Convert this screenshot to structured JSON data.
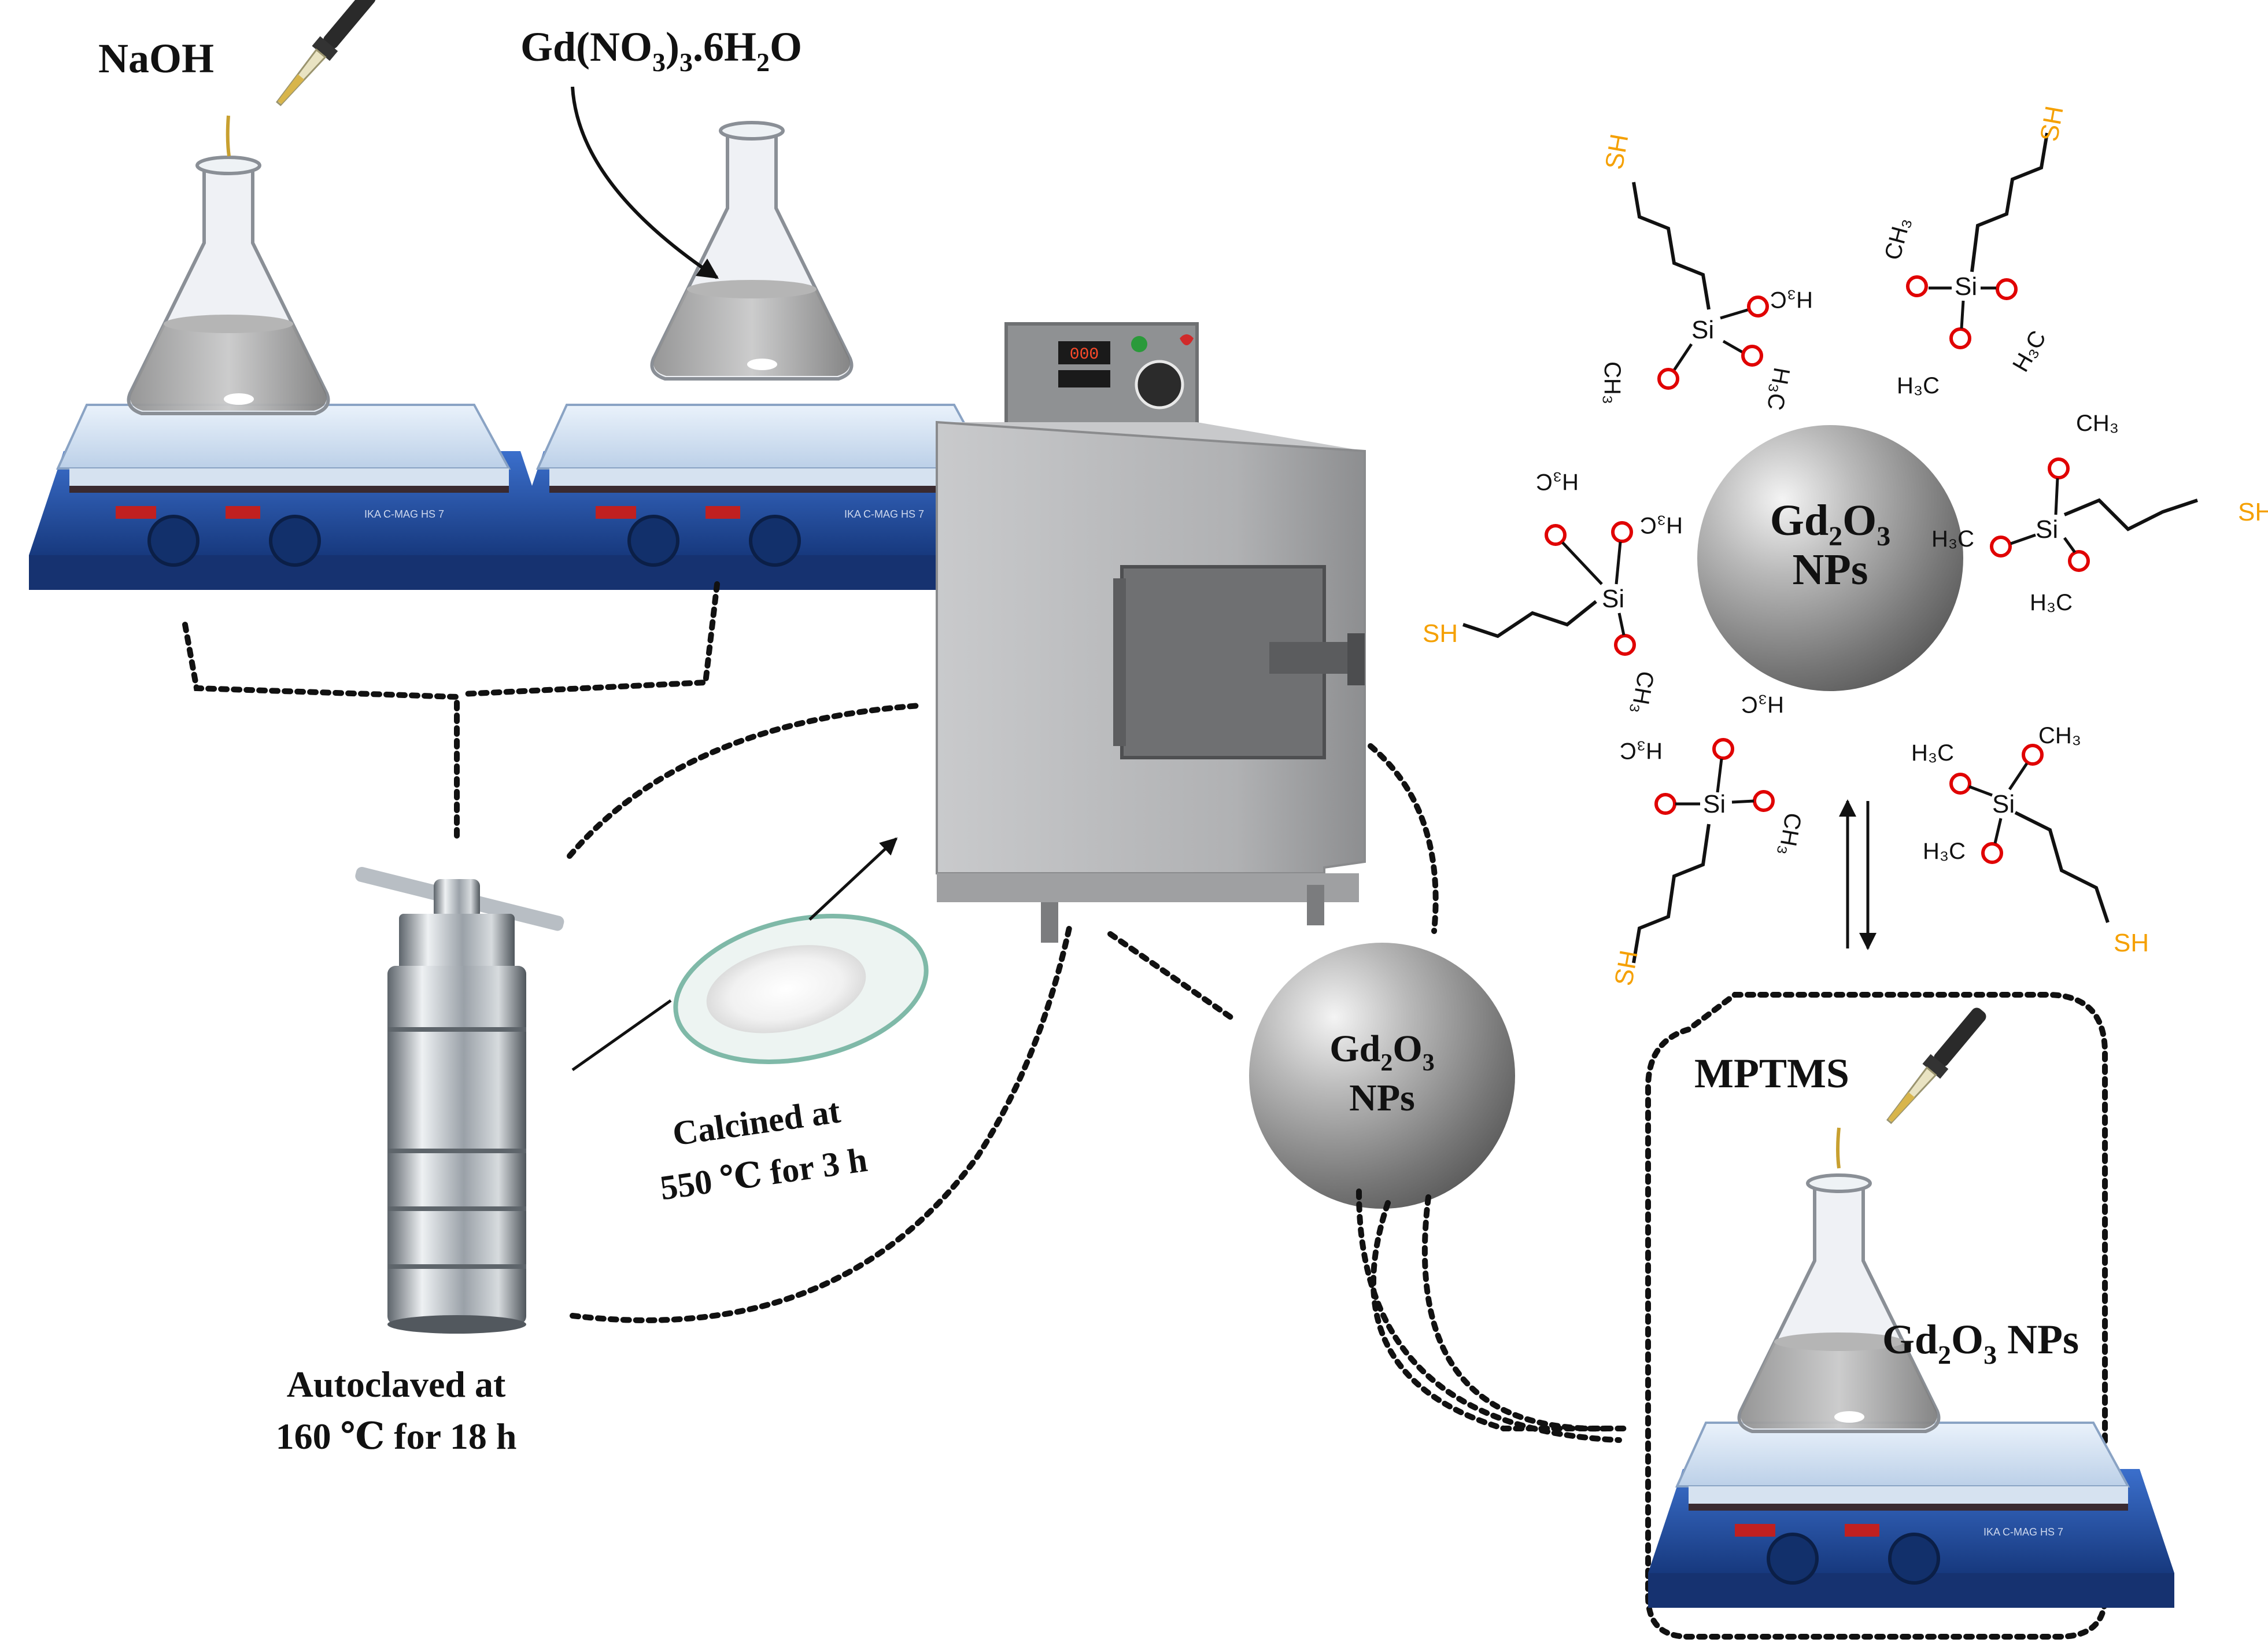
{
  "labels": {
    "naoh": "NaOH",
    "gd_nitrate_main": "Gd(NO",
    "gd_nitrate_sub1": "3",
    "gd_nitrate_mid": ")",
    "gd_nitrate_sub2": "3",
    "gd_nitrate_mid2": ".6H",
    "gd_nitrate_sub3": "2",
    "gd_nitrate_end": "O",
    "autoclave_line1": "Autoclaved at",
    "autoclave_line2": "160 ℃ for 18 h",
    "calcine_line1": "Calcined at",
    "calcine_line2": "550 ℃ for 3 h",
    "mptms": "MPTMS",
    "flask_gd_main": "Gd",
    "flask_gd_sub1": "2",
    "flask_gd_mid": "O",
    "flask_gd_sub2": "3",
    "flask_gd_end": " NPs"
  },
  "spheres": {
    "top": {
      "gd": "Gd",
      "s1": "2",
      "o": "O",
      "s2": "3",
      "np": "NPs"
    },
    "bottom": {
      "gd": "Gd",
      "s1": "2",
      "o": "O",
      "s2": "3",
      "np": "NPs"
    }
  },
  "chem": {
    "sh": "SH",
    "si": "Si",
    "o": "O",
    "ch3": "CH",
    "h3c_h": "H",
    "h3c_c": "C",
    "sub3": "3",
    "ch3_rot": "CH₃",
    "h3c_rot": "H₃C"
  },
  "colors": {
    "sh": "#f5a000",
    "oxygen": "#e00000",
    "hotplate_blue": "#1f4fa8",
    "sphere_gray": "#8a8a8a",
    "furnace_gray": "#b7b8ba"
  },
  "icons": [
    "dropper-icon",
    "erlenmeyer-flask-icon",
    "hot-plate-stirrer-icon",
    "autoclave-icon",
    "watch-glass-icon",
    "muffle-furnace-icon",
    "nanoparticle-sphere-icon",
    "silane-molecule-icon"
  ]
}
